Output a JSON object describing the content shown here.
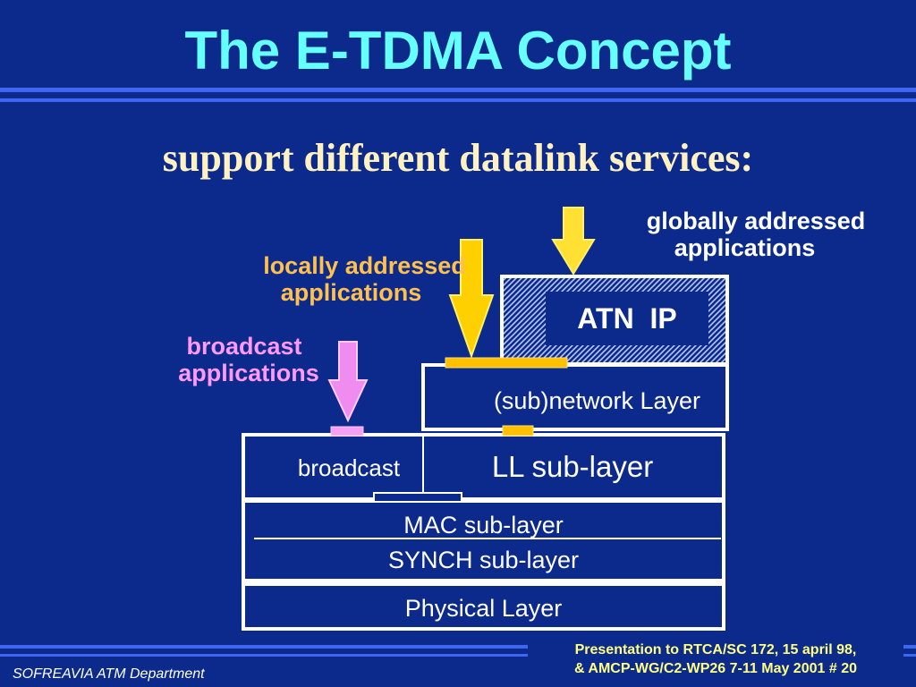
{
  "slide": {
    "title": "The E-TDMA Concept",
    "subtitle": "support different datalink services:"
  },
  "labels": {
    "global": [
      "globally addressed",
      "applications"
    ],
    "local": [
      "locally addressed",
      "applications"
    ],
    "broadcast": [
      "broadcast",
      "applications"
    ]
  },
  "layers": {
    "atn_ip": "ATN  IP",
    "subnetwork": "(sub)network Layer",
    "broadcast": "broadcast",
    "ll": "LL sub-layer",
    "mac": "MAC sub-layer",
    "synch": "SYNCH sub-layer",
    "physical": "Physical Layer"
  },
  "footer": {
    "left": "SOFREAVIA ATM Department",
    "right_line1": "Presentation to RTCA/SC 172, 15 april 98,",
    "right_line2": "& AMCP-WG/C2-WP26 7-11 May 2001  # 20"
  },
  "colors": {
    "background": "#0b2a8c",
    "title": "#66ffff",
    "global_label": "#ffffff",
    "local_label": "#ffc04d",
    "broadcast_label": "#ff99ff",
    "arrow_yellow": "#ffe033",
    "arrow_pink": "#f08cf0"
  }
}
